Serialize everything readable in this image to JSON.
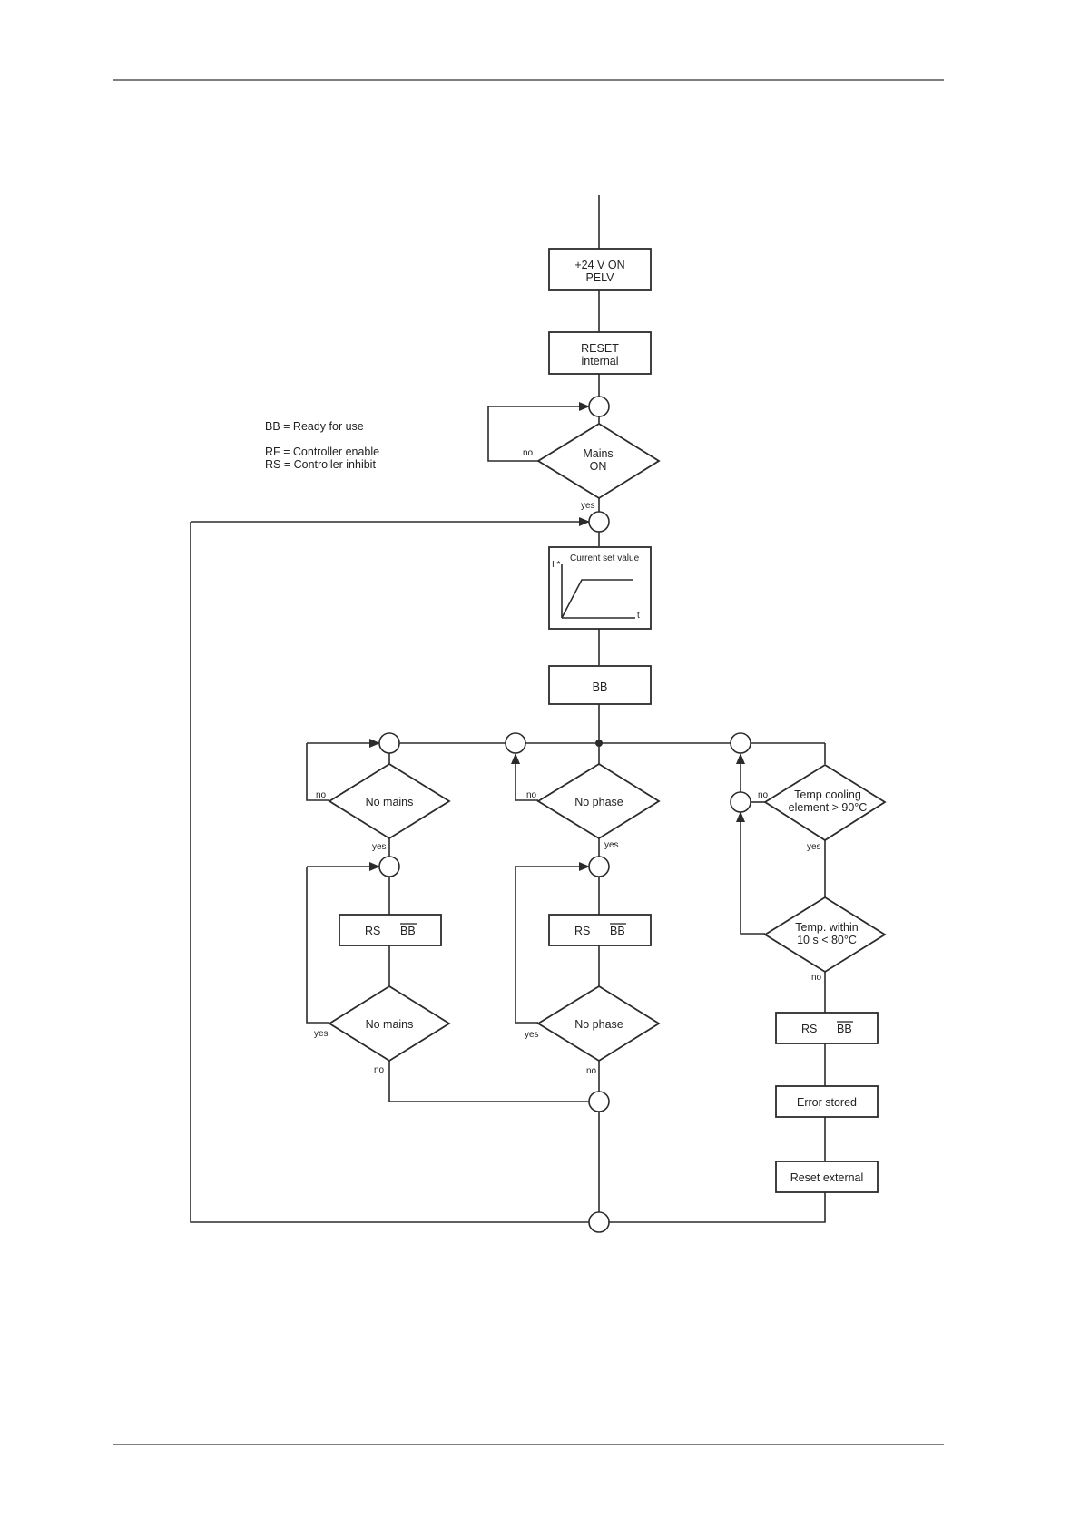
{
  "legend": {
    "bb": "BB  =  Ready for use",
    "rf": "RF  =  Controller enable",
    "rs": "RS  =  Controller inhibit"
  },
  "boxes": {
    "power_line1": "+24 V ON",
    "power_line2": "PELV",
    "reset_line1": "RESET",
    "reset_line2": "internal",
    "ramp_title": "Current set value",
    "ramp_y_axis": "I *",
    "ramp_x_axis": "t",
    "bb": "BB",
    "rs_label": "RS",
    "bb_bar_label": "BB",
    "error_stored": "Error stored",
    "reset_external": "Reset external"
  },
  "decisions": {
    "mains_on_line1": "Mains",
    "mains_on_line2": "ON",
    "no_mains": "No mains",
    "no_phase": "No phase",
    "temp_cooling_line1": "Temp cooling",
    "temp_cooling_line2": "element > 90°C",
    "temp_within_line1": "Temp. within",
    "temp_within_line2": "10 s < 80°C"
  },
  "branch_labels": {
    "yes": "yes",
    "no": "no"
  },
  "colors": {
    "line": "#2b2b2b",
    "background": "#ffffff",
    "text": "#222222"
  }
}
